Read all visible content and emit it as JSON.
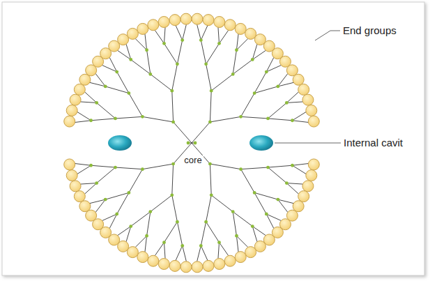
{
  "diagram": {
    "labels": [
      "End groups",
      "Internal cavit",
      "core"
    ]
  }
}
